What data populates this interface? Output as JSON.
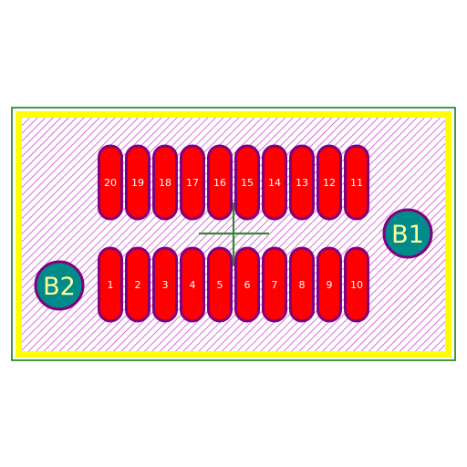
{
  "colors": {
    "background": "#ffffff",
    "outline": "#007a00",
    "silkscreen": "#ffff00",
    "courtyard_hatch": "#cc33cc",
    "pad_fill": "#ff0000",
    "pad_border": "#800080",
    "pad_label": "#ffffff",
    "mount_fill": "#008b8b",
    "mount_label": "#ffff99",
    "crosshair": "#2e8b2e"
  },
  "pads_top": [
    "20",
    "19",
    "18",
    "17",
    "16",
    "15",
    "14",
    "13",
    "12",
    "11"
  ],
  "pads_bottom": [
    "1",
    "2",
    "3",
    "4",
    "5",
    "6",
    "7",
    "8",
    "9",
    "10"
  ],
  "mounting_holes": [
    {
      "label": "B1",
      "icon": "mounting-hole-icon"
    },
    {
      "label": "B2",
      "icon": "mounting-hole-icon"
    }
  ],
  "origin_marker": {
    "icon": "crosshair-icon"
  }
}
